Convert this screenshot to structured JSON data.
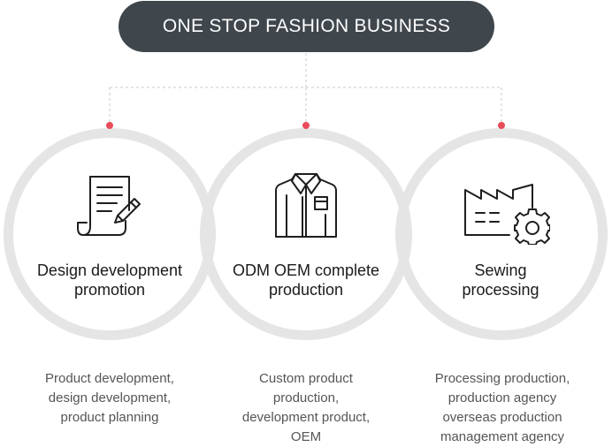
{
  "header": {
    "title": "ONE STOP FASHION BUSINESS"
  },
  "services": [
    {
      "title_lines": [
        "Design development",
        "promotion"
      ],
      "icon": "document-pencil-icon",
      "description_lines": [
        "Product development,",
        "design development,",
        "product planning"
      ]
    },
    {
      "title_lines": [
        "ODM OEM complete",
        "production"
      ],
      "icon": "shirt-icon",
      "description_lines": [
        "Custom product",
        "production,",
        "development product,",
        "OEM"
      ]
    },
    {
      "title_lines": [
        "Sewing",
        "processing"
      ],
      "icon": "factory-gear-icon",
      "description_lines": [
        "Processing production,",
        "production agency",
        "overseas production",
        "management agency"
      ]
    }
  ],
  "colors": {
    "pill": "#3f474d",
    "ring": "#e5e5e5",
    "dot": "#e84c5a",
    "connector": "#c8c8c8"
  }
}
